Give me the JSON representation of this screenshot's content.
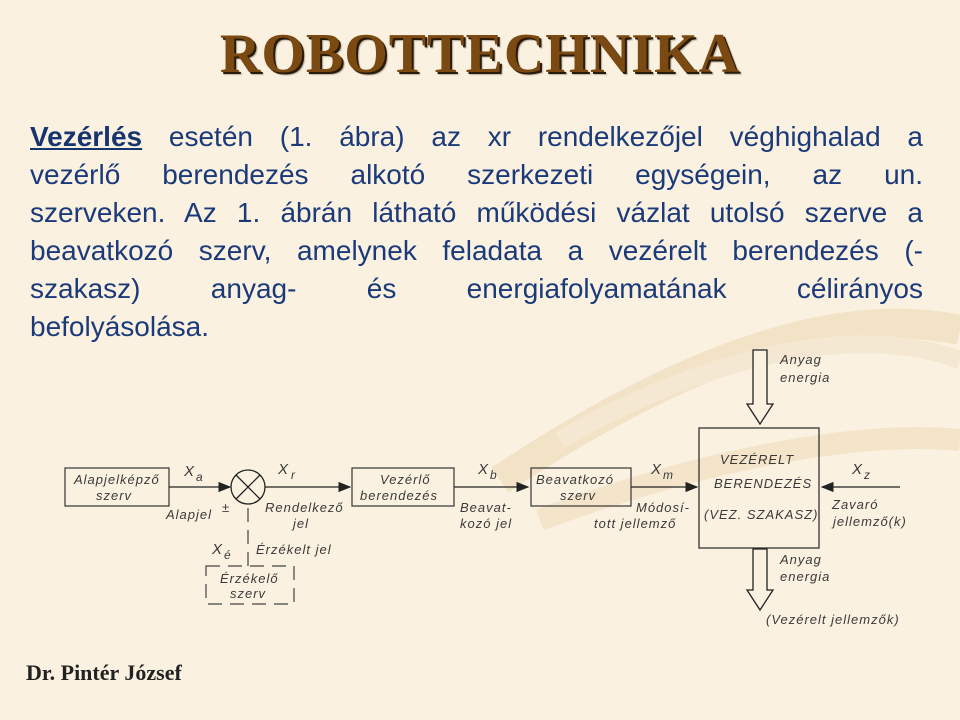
{
  "title": "ROBOTTECHNIKA",
  "paragraph": {
    "keyword": "Vezérlés",
    "line1_rest": " esetén (1. ábra)  az xr rendelkezőjel véghighalad a",
    "line2": "vezérlő berendezés alkotó szerkezeti egységein, az un.",
    "line3": "szerveken. Az 1. ábrán látható működési vázlat utolsó szerve a",
    "line4": "beavatkozó szerv, amelynek feladata a vezérelt berendezés (-",
    "line5": "szakasz) anyag- és energiafolyamatának célirányos",
    "line6": "befolyásolása."
  },
  "diagram": {
    "block_reference": [
      "Alapjelképző",
      "szerv"
    ],
    "block_controller": [
      "Vezérlő",
      "berendezés"
    ],
    "block_actuator": [
      "Beavatkozó",
      "szerv"
    ],
    "block_plant": [
      "VEZÉRELT",
      "BERENDEZÉS",
      "(VEZ. SZAKASZ)"
    ],
    "block_sensor": [
      "Érzékelő",
      "szerv"
    ],
    "sym_xa": "X",
    "sub_a": "a",
    "sym_xr": "X",
    "sub_r": "r",
    "sym_xb": "X",
    "sub_b": "b",
    "sym_xm": "X",
    "sub_m": "m",
    "sym_xz": "X",
    "sub_z": "z",
    "sym_xe": "X",
    "sub_e": "é",
    "pm": "±",
    "label_alapjel": "Alapjel",
    "label_rendelkezo": [
      "Rendelkező",
      "jel"
    ],
    "label_beavatkozo": [
      "Beavat-",
      "kozó  jel"
    ],
    "label_modositott": [
      "Módosí-",
      "tott  jellemző"
    ],
    "label_zavaro": [
      "Zavaró",
      "jellemző(k)"
    ],
    "label_erzekelt": "Érzékelt  jel",
    "input_material": [
      "Anyag",
      "energia"
    ],
    "output_material": [
      "Anyag",
      "energia"
    ],
    "output_controlled": "(Vezérelt  jellemzők)"
  },
  "author": "Dr. Pintér József",
  "colors": {
    "background": "#fbf1e0",
    "title": "#7a4a12",
    "text": "#1b3a7a",
    "diagram": "#333333"
  }
}
